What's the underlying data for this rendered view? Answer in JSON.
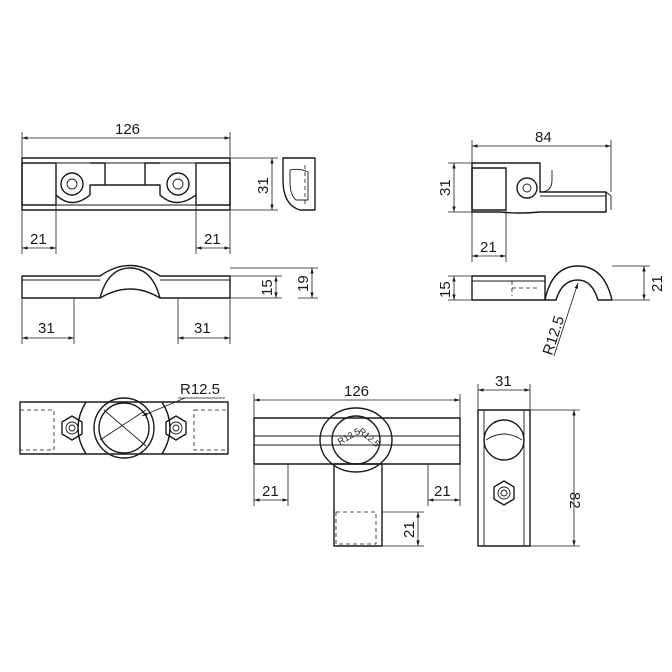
{
  "dimensions": {
    "view1_width": "126",
    "view1_height": "31",
    "view1_left_offset": "21",
    "view1_right_offset": "21",
    "view2_left": "31",
    "view2_right": "31",
    "view2_inner_height": "15",
    "view2_outer_height": "19",
    "view3_width": "84",
    "view3_height": "31",
    "view3_offset": "21",
    "view4_inner_height": "15",
    "view4_outer_height": "21",
    "view4_radius": "R12.5",
    "view5_radius": "R12.5",
    "view6_width": "126",
    "view6_left_offset": "21",
    "view6_right_offset": "21",
    "view6_stem_offset": "21",
    "view6_circle_label_a": "R12.5",
    "view6_circle_label_b": "R12.5",
    "view7_width": "31",
    "view7_height": "82"
  },
  "colors": {
    "line": "#1a1a1a",
    "background": "#ffffff"
  }
}
